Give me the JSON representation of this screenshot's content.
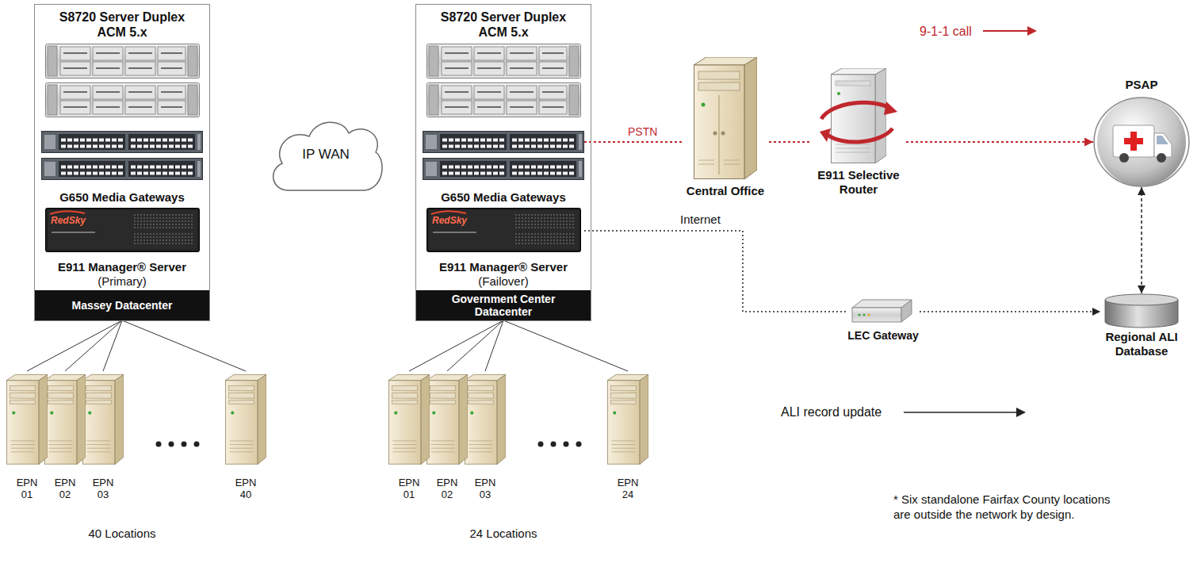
{
  "diagram": {
    "nodes": [
      {
        "text": [
          "S8720 Server Duplex ACM 5.x"
        ]
      },
      {
        "text": [
          "G650 Media Gateways"
        ],
        "in": 0
      },
      {
        "text": [
          "E911 Manager® Server",
          "(Primary)"
        ],
        "in": 0
      },
      {
        "text": [
          "Massey Datacenter"
        ],
        "in": 0
      },
      {
        "text": [
          "IP WAN"
        ]
      },
      {
        "text": [
          "S8720 Server Duplex ACM 5.x"
        ]
      },
      {
        "text": [
          "G650 Media Gateways"
        ],
        "in": 5
      },
      {
        "text": [
          "E911 Manager® Server",
          "(Failover)"
        ],
        "in": 5
      },
      {
        "text": [
          "Government Center Datacenter"
        ],
        "in": 5
      },
      {
        "text": [
          "EPN 01"
        ]
      },
      {
        "text": [
          "EPN 02"
        ]
      },
      {
        "text": [
          "EPN 03"
        ]
      },
      {
        "text": [
          "EPN 40"
        ]
      },
      {
        "text": [
          "EPN 01"
        ]
      },
      {
        "text": [
          "EPN 02"
        ]
      },
      {
        "text": [
          "EPN 03"
        ]
      },
      {
        "text": [
          "EPN 24"
        ]
      },
      {
        "text": [
          "Central Office"
        ]
      },
      {
        "text": [
          "E911 Selective Router"
        ]
      },
      {
        "text": [
          "PSAP"
        ]
      },
      {
        "text": [
          "LEC Gateway"
        ]
      },
      {
        "text": [
          "Regional ALI Database"
        ]
      }
    ],
    "edges": [
      {
        "from": 3,
        "to": 9,
        "arrow": "none"
      },
      {
        "from": 3,
        "to": 10,
        "arrow": "none"
      },
      {
        "from": 3,
        "to": 11,
        "arrow": "none"
      },
      {
        "from": 3,
        "to": 12,
        "arrow": "none"
      },
      {
        "from": 8,
        "to": 13,
        "arrow": "none"
      },
      {
        "from": 8,
        "to": 14,
        "arrow": "none"
      },
      {
        "from": 8,
        "to": 15,
        "arrow": "none"
      },
      {
        "from": 8,
        "to": 16,
        "arrow": "none"
      },
      {
        "from": 6,
        "to": 17,
        "label": "PSTN",
        "arrow": "none"
      },
      {
        "from": 17,
        "to": 18,
        "arrow": "none"
      },
      {
        "from": 18,
        "to": 19,
        "arrow": "to"
      },
      {
        "from": 7,
        "to": 20,
        "label": "Internet",
        "arrow": "none"
      },
      {
        "from": 20,
        "to": 21,
        "arrow": "to"
      },
      {
        "from": 19,
        "to": 21,
        "arrow": "both"
      }
    ],
    "labels": [
      "RedSky",
      "RedSky",
      "40 Locations",
      "24 Locations",
      "9-1-1 call",
      "ALI record update",
      "* Six standalone Fairfax County locations are outside the network by design."
    ]
  }
}
